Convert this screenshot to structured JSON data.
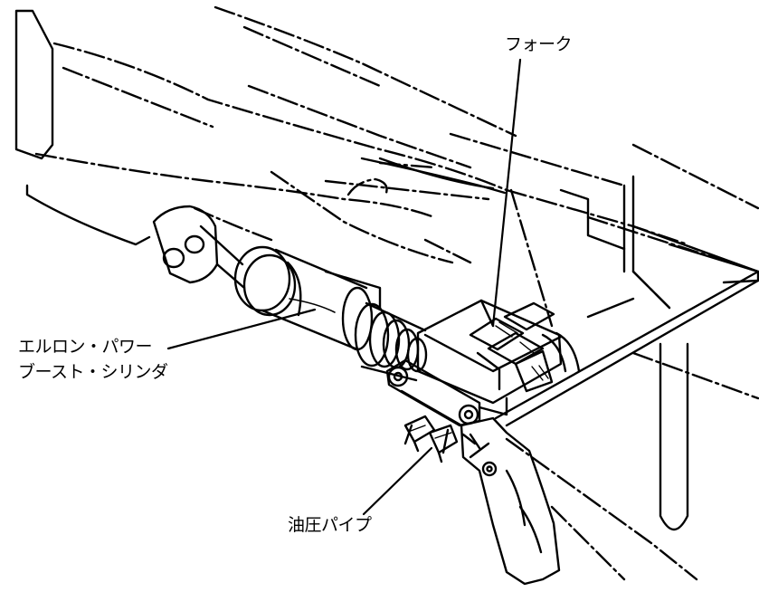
{
  "diagram": {
    "labels": {
      "fork": "フォーク",
      "booster_line1": "エルロン・パワー",
      "booster_line2": "ブースト・シリンダ",
      "hydraulic_pipe": "油圧パイプ"
    },
    "colors": {
      "ink": "#000000",
      "background": "#ffffff"
    }
  }
}
